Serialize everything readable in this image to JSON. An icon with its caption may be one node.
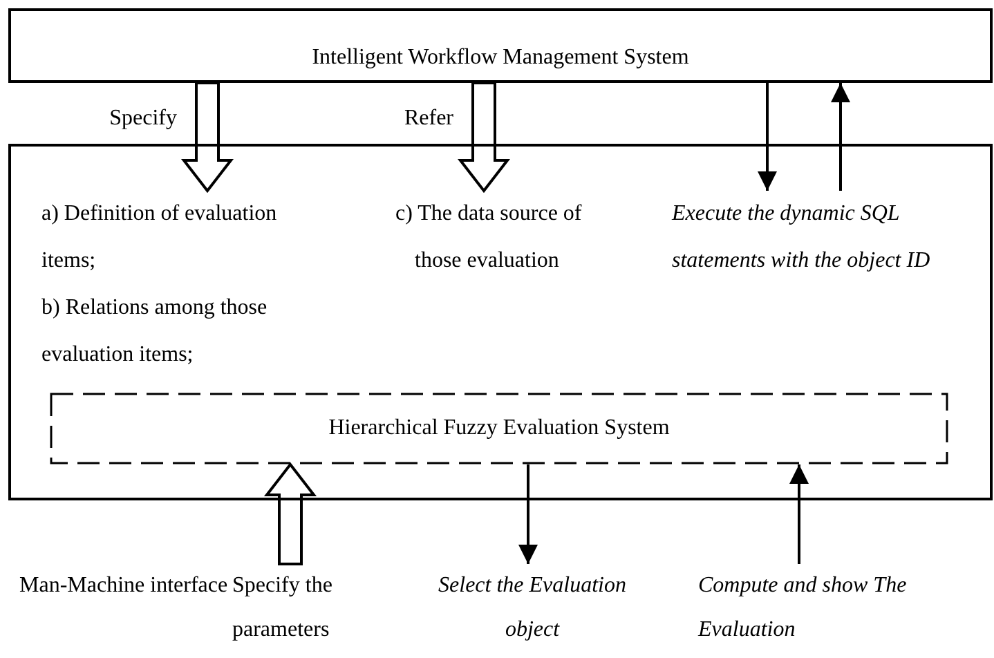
{
  "diagram": {
    "nodes": [
      {
        "text": [
          "Intelligent Workflow Management System"
        ]
      },
      {
        "text": [],
        "shape": "box"
      },
      {
        "text": [
          "a) Definition of evaluation items;",
          "b) Relations among those evaluation items;"
        ],
        "in": 1
      },
      {
        "text": [
          "c) The data source of those evaluation"
        ],
        "in": 1
      },
      {
        "text": [
          "Execute the dynamic SQL statements with the object ID"
        ],
        "in": 1
      },
      {
        "text": [
          "Hierarchical Fuzzy Evaluation System"
        ],
        "in": 1
      },
      {
        "text": [
          "Man-Machine interface"
        ]
      },
      {
        "text": [
          "Specify the parameters"
        ]
      },
      {
        "text": [
          "Select the Evaluation object"
        ]
      },
      {
        "text": [
          "Compute and show The Evaluation"
        ]
      }
    ],
    "edges": [
      {
        "from": 0,
        "to": 2,
        "arrow": "to",
        "label": "Specify",
        "style": "thick"
      },
      {
        "from": 0,
        "to": 3,
        "arrow": "to",
        "label": "Refer",
        "style": "thick"
      },
      {
        "from": 0,
        "to": 4,
        "arrow": "to"
      },
      {
        "from": 4,
        "to": 0,
        "arrow": "to"
      },
      {
        "from": 7,
        "to": 5,
        "arrow": "to",
        "style": "thick"
      },
      {
        "from": 5,
        "to": 8,
        "arrow": "to"
      },
      {
        "from": 9,
        "to": 5,
        "arrow": "to"
      }
    ]
  }
}
